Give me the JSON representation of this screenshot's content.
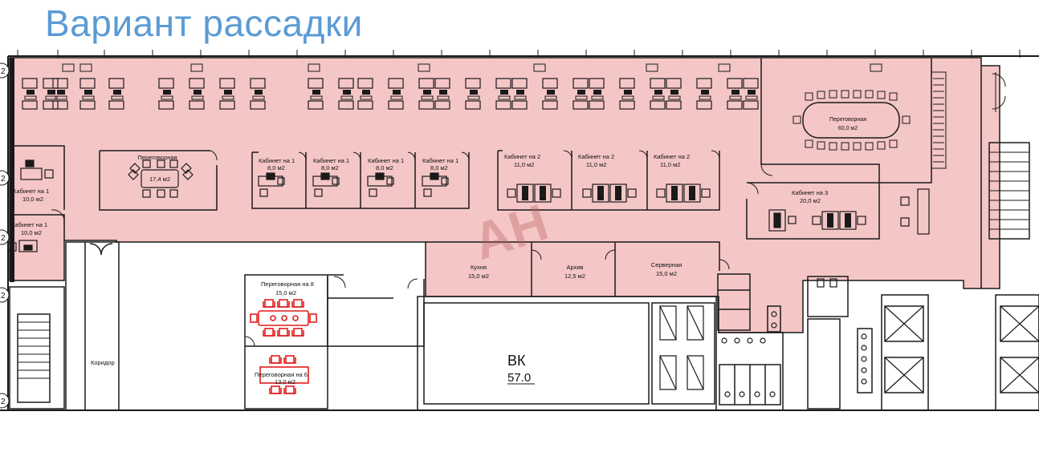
{
  "title": "Вариант рассадки",
  "colors": {
    "office_fill": "#f5c6c6",
    "office_tint": "#f08c8c",
    "wall": "#1a1a1a",
    "meeting_red": "#e21d1d",
    "title_blue": "#5b9bd5",
    "watermark": "#b85a5a"
  },
  "watermark": "AH",
  "rooms": [
    {
      "id": "meeting-60",
      "name": "Переговорная",
      "area": "60,0 м2"
    },
    {
      "id": "meeting-174",
      "name": "Переговорная",
      "area": "17,4 м2"
    },
    {
      "id": "cab1-a",
      "name": "Кабинет на 1",
      "area": "8,0 м2"
    },
    {
      "id": "cab1-b",
      "name": "Кабинет на 1",
      "area": "8,0 м2"
    },
    {
      "id": "cab1-c",
      "name": "Кабинет на 1",
      "area": "8,0 м2"
    },
    {
      "id": "cab1-d",
      "name": "Кабинет на 1",
      "area": "8,0 м2"
    },
    {
      "id": "cab2-a",
      "name": "Кабинет на 2",
      "area": "11,0 м2"
    },
    {
      "id": "cab2-b",
      "name": "Кабинет на 2",
      "area": "11,0 м2"
    },
    {
      "id": "cab2-c",
      "name": "Кабинет на 2",
      "area": "11,0 м2"
    },
    {
      "id": "cab1-left-a",
      "name": "Кабинет на 1",
      "area": "10,0 м2"
    },
    {
      "id": "cab1-left-b",
      "name": "Кабинет на 1",
      "area": "10,0 м2"
    },
    {
      "id": "cab3",
      "name": "Кабинет на 3",
      "area": "20,0 м2"
    },
    {
      "id": "kitchen",
      "name": "Кухня",
      "area": "15,0 м2"
    },
    {
      "id": "archive",
      "name": "Архив",
      "area": "12,5 м2"
    },
    {
      "id": "server",
      "name": "Серверная",
      "area": "15,0 м2"
    },
    {
      "id": "meeting8",
      "name": "Переговорная на 8",
      "area": "15,0 м2"
    },
    {
      "id": "meeting6",
      "name": "Переговорная на 6",
      "area": "13,0 м2"
    },
    {
      "id": "corridor",
      "name": "Коридор",
      "area": ""
    },
    {
      "id": "vk",
      "name": "ВК",
      "area": "57.0"
    }
  ],
  "axis_marks": [
    "2",
    "2",
    "2",
    "2",
    "2"
  ]
}
